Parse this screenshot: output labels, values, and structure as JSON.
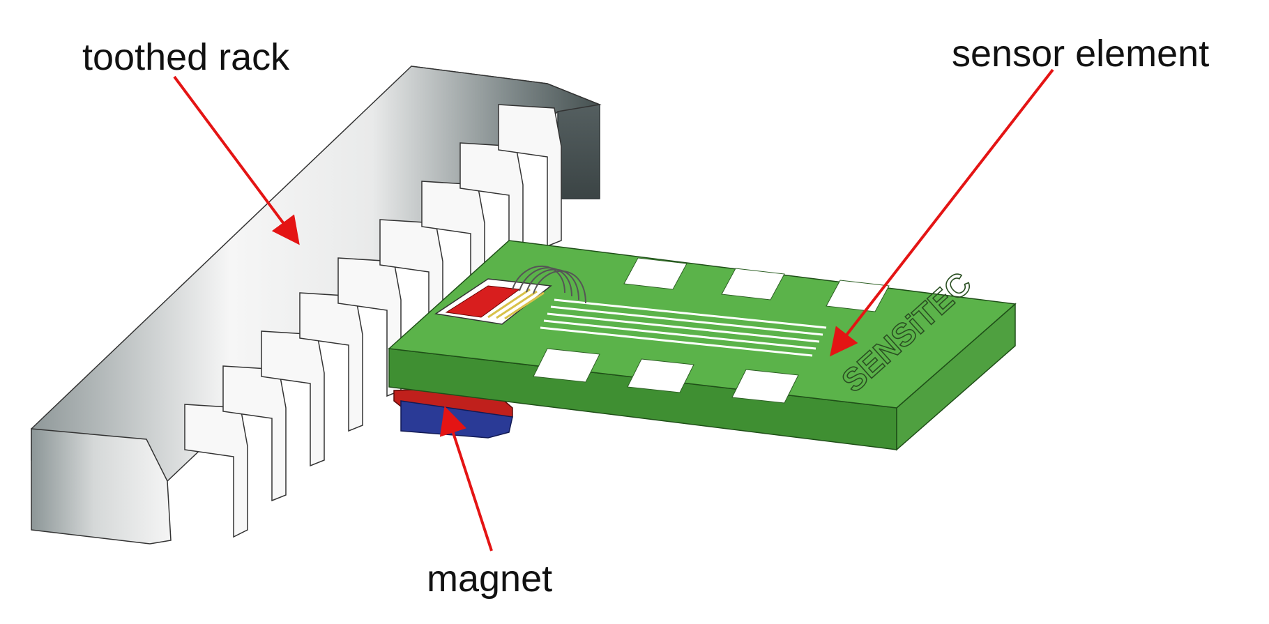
{
  "labels": {
    "toothed_rack": "toothed rack",
    "sensor_element": "sensor element",
    "magnet": "magnet"
  },
  "logo_text": "SENSiTEC",
  "colors": {
    "background": "#ffffff",
    "pcb_green": "#5bb34a",
    "pcb_dark": "#3f8f32",
    "pad_white": "#ffffff",
    "rack_light": "#f4f4f4",
    "rack_dark": "#3f4647",
    "magnet_red": "#c0201c",
    "magnet_blue": "#2a3a96",
    "arrow_red": "#e41414"
  },
  "icons": [
    "arrow-icon"
  ]
}
